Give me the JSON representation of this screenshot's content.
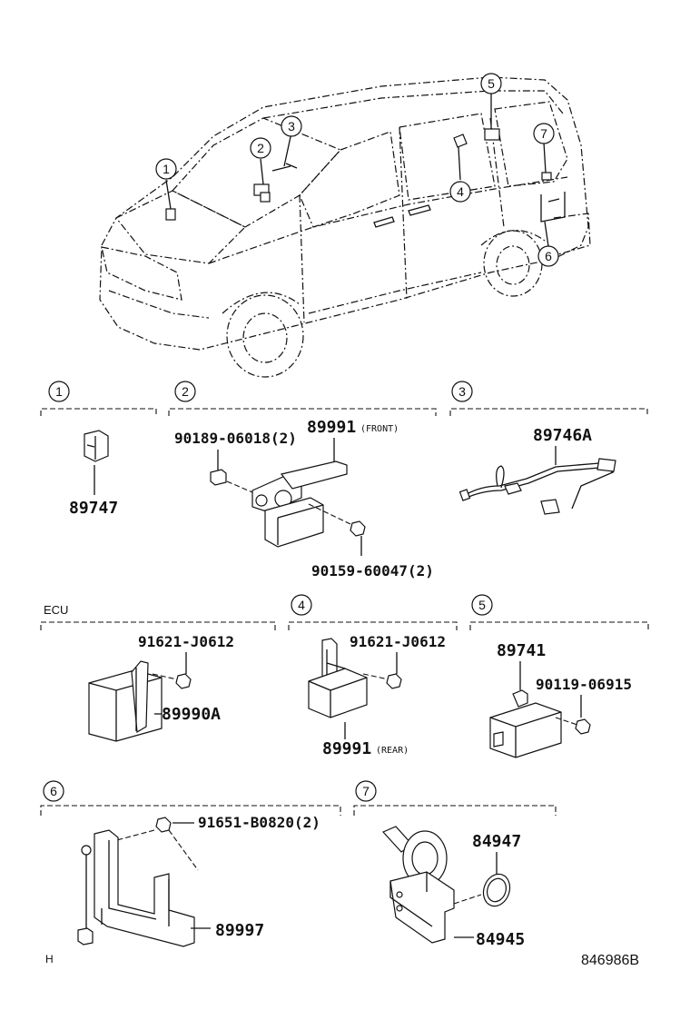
{
  "vehicle_callouts": [
    "1",
    "2",
    "3",
    "4",
    "5",
    "6",
    "7"
  ],
  "sections": {
    "s1": {
      "number": "1",
      "parts": {
        "sensor": "89747"
      }
    },
    "s2": {
      "number": "2",
      "parts": {
        "bolt_upper": "90189-06018(2)",
        "sensor": "89991",
        "sensor_note": "(FRONT)",
        "bolt_lower": "90159-60047(2)"
      }
    },
    "s3": {
      "number": "3",
      "parts": {
        "harness": "89746A"
      }
    },
    "ecu": {
      "title": "ECU",
      "parts": {
        "nut": "91621-J0612",
        "ecu": "89990A"
      }
    },
    "s4": {
      "number": "4",
      "parts": {
        "nut": "91621-J0612",
        "sensor": "89991",
        "sensor_note": "(REAR)"
      }
    },
    "s5": {
      "number": "5",
      "parts": {
        "module": "89741",
        "bolt": "90119-06915"
      }
    },
    "s6": {
      "number": "6",
      "parts": {
        "bolt": "91651-B0820(2)",
        "bracket": "89997"
      }
    },
    "s7": {
      "number": "7",
      "parts": {
        "cover": "84947",
        "siren": "84945"
      }
    }
  },
  "footer": {
    "left_mark": "H",
    "drawing_number": "846986B"
  }
}
